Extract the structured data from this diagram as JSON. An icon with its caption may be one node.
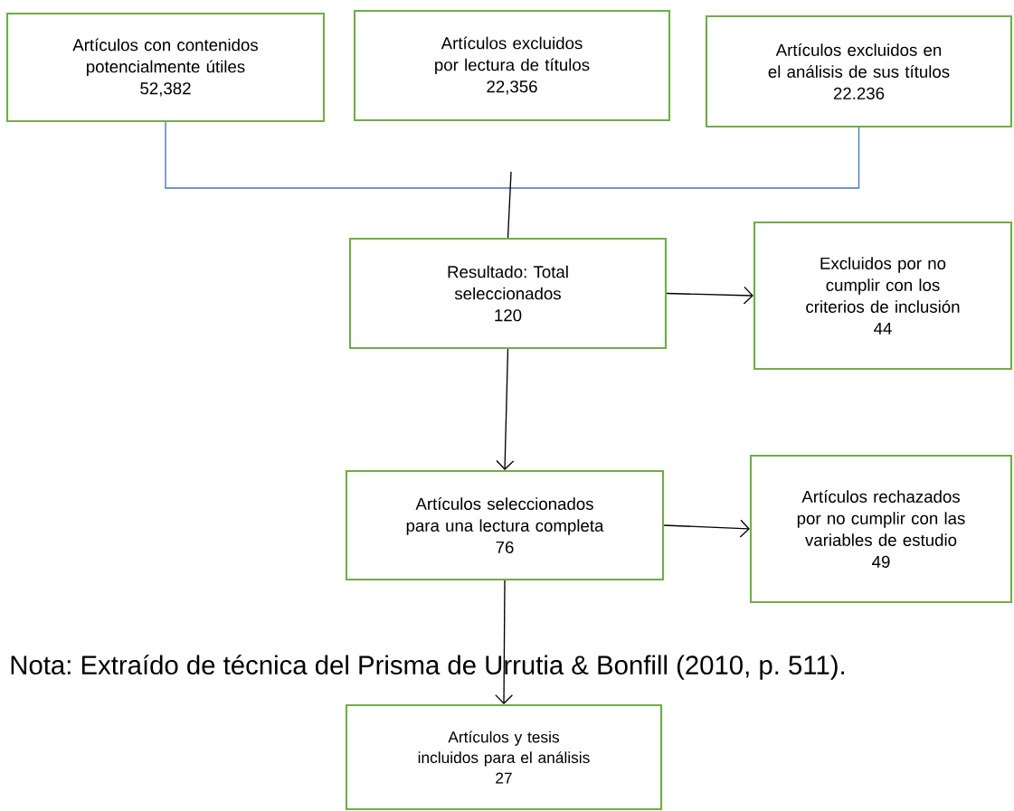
{
  "diagram": {
    "nodes": [
      {
        "text": [
          "Artículos con contenidos potencialmente útiles",
          "52,382"
        ]
      },
      {
        "text": [
          "Artículos excluidos por lectura de títulos",
          "22,356"
        ]
      },
      {
        "text": [
          "Artículos excluidos en el análisis de sus títulos",
          "22.236"
        ]
      },
      {
        "text": [
          "Resultado: Total seleccionados",
          "120"
        ]
      },
      {
        "text": [
          "Excluidos por no cumplir con los criterios de inclusión",
          "44"
        ]
      },
      {
        "text": [
          "Artículos seleccionados para una lectura completa",
          "76"
        ]
      },
      {
        "text": [
          "Artículos rechazados por no cumplir con las variables de estudio",
          "49"
        ]
      },
      {
        "text": [
          "Artículos y tesis incluidos para el análisis",
          "27"
        ]
      }
    ],
    "edges": [
      {
        "from": 0,
        "to": 2,
        "arrow": "none",
        "color": "#4472c4"
      },
      {
        "from": null,
        "to": 3,
        "arrow": "none"
      },
      {
        "from": 3,
        "to": 4,
        "arrow": "to"
      },
      {
        "from": 3,
        "to": 5,
        "arrow": "to"
      },
      {
        "from": 5,
        "to": 6,
        "arrow": "to"
      },
      {
        "from": 5,
        "to": 7,
        "arrow": "to"
      }
    ],
    "labels": [
      "Nota: Extraído de técnica del Prisma de Urrutia & Bonfill (2010, p. 511)."
    ]
  }
}
